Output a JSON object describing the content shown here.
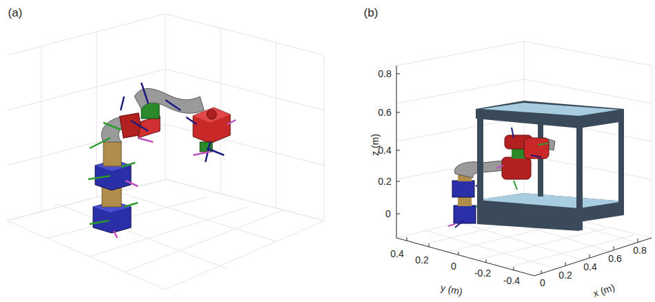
{
  "diagram": {
    "labels": [
      "(a)",
      "(b)",
      "0.8",
      "0.6",
      "0.4",
      "0.2",
      "0",
      "z (m)",
      "0.4",
      "0.2",
      "0",
      "-0.2",
      "-0.4",
      "y (m)",
      "0",
      "0.2",
      "0.4",
      "0.6",
      "0.8",
      "x (m)"
    ]
  }
}
